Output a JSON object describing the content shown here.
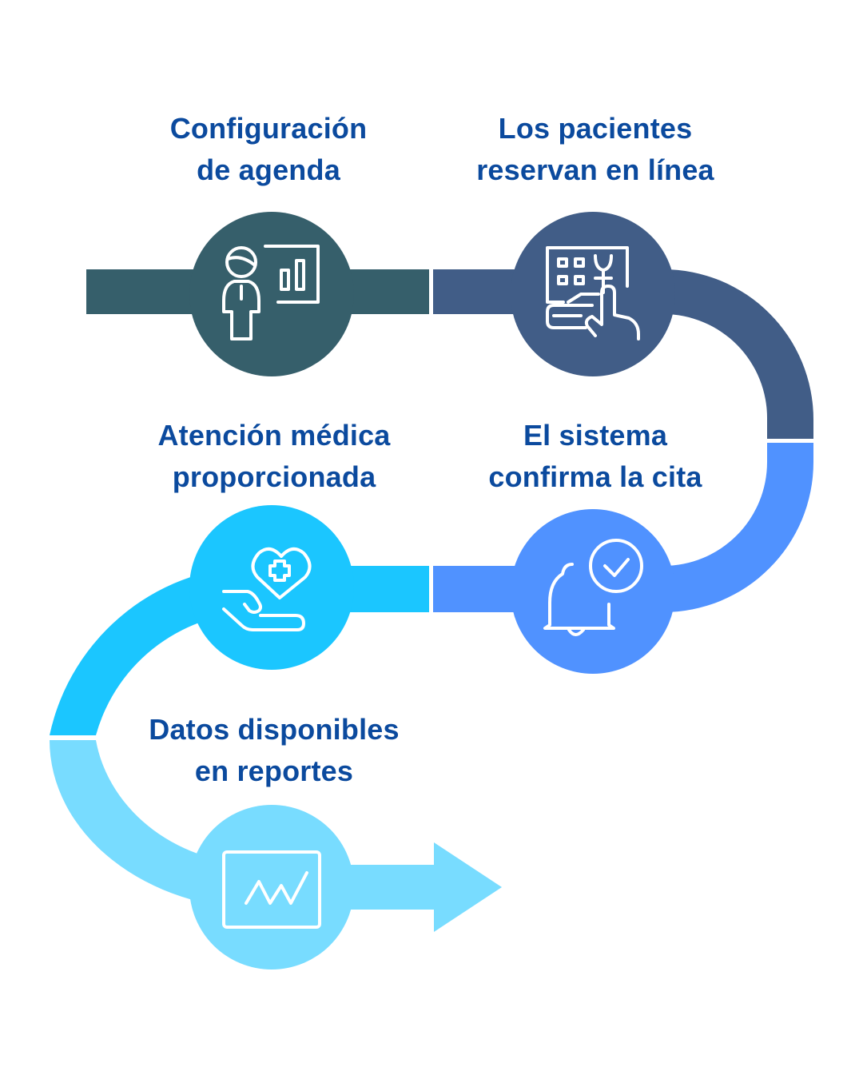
{
  "diagram": {
    "type": "process-flow",
    "colors": {
      "text": "#0B4A9E",
      "step1": "#365F6B",
      "step2": "#415D87",
      "step3": "#5092FF",
      "step4": "#1BC6FF",
      "step5": "#78DCFF",
      "icon_stroke": "#FFFFFF"
    },
    "steps": [
      {
        "line1": "Configuración",
        "line2": "de agenda",
        "icon": "presentation-chart-icon"
      },
      {
        "line1": "Los pacientes",
        "line2": "reservan en línea",
        "icon": "touch-screen-booking-icon"
      },
      {
        "line1": "El sistema",
        "line2": "confirma la cita",
        "icon": "bell-check-icon"
      },
      {
        "line1": "Atención médica",
        "line2": "proporcionada",
        "icon": "hand-heart-icon"
      },
      {
        "line1": "Datos disponibles",
        "line2": "en reportes",
        "icon": "line-chart-monitor-icon"
      }
    ]
  }
}
